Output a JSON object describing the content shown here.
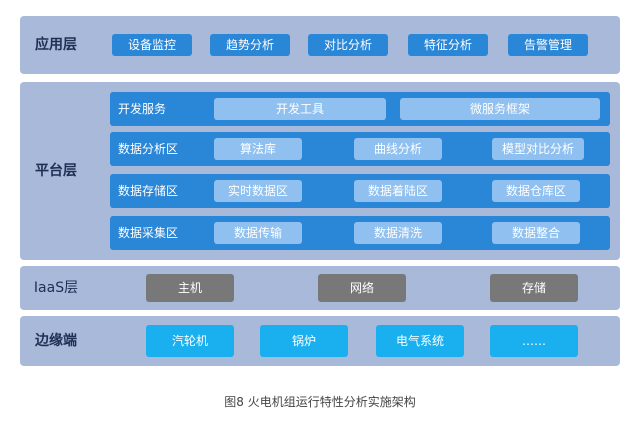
{
  "app_layer": {
    "label": "应用层",
    "items": [
      "设备监控",
      "趋势分析",
      "对比分析",
      "特征分析",
      "告警管理"
    ]
  },
  "platform_layer": {
    "label": "平台层",
    "rows": [
      {
        "label": "开发服务",
        "items": [
          "开发工具",
          "微服务框架"
        ]
      },
      {
        "label": "数据分析区",
        "items": [
          "算法库",
          "曲线分析",
          "模型对比分析"
        ]
      },
      {
        "label": "数据存储区",
        "items": [
          "实时数据区",
          "数据着陆区",
          "数据仓库区"
        ]
      },
      {
        "label": "数据采集区",
        "items": [
          "数据传输",
          "数据清洗",
          "数据整合"
        ]
      }
    ]
  },
  "iaas_layer": {
    "label": "IaaS层",
    "items": [
      "主机",
      "网络",
      "存储"
    ]
  },
  "edge_layer": {
    "label": "边缘端",
    "items": [
      "汽轮机",
      "锅炉",
      "电气系统",
      "……"
    ]
  },
  "caption": "图8 火电机组运行特性分析实施架构",
  "colors": {
    "layer_bg": "#a8b9d9",
    "chip_blue": "#2a86d6",
    "chip_light": "#8fc0ef",
    "chip_gray": "#787878",
    "chip_cyan": "#1ab0ef",
    "label_text": "#1e2f55"
  }
}
